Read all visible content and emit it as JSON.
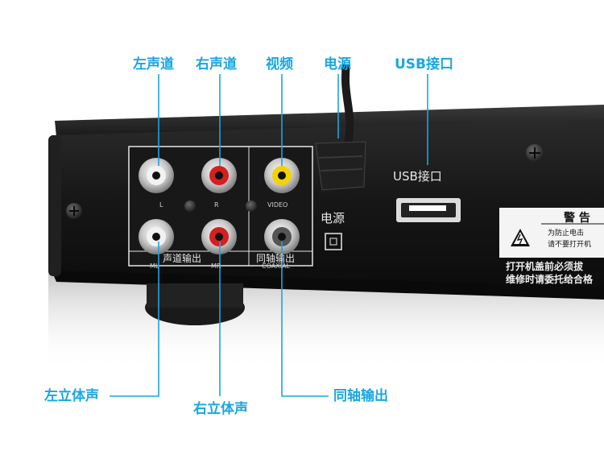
{
  "callouts": {
    "left_channel": "左声道",
    "right_channel": "右声道",
    "video": "视频",
    "power": "电源",
    "usb": "USB接口",
    "left_stereo": "左立体声",
    "right_stereo": "右立体声",
    "coaxial_out": "同轴输出"
  },
  "panel": {
    "usb_label": "USB接口",
    "power_label": "电源",
    "jack_l": "L",
    "jack_r": "R",
    "jack_video": "VIDEO",
    "jack_ml": "ML",
    "jack_mr": "MR",
    "jack_coaxial": "COAXIAL",
    "audio_out": "声道输出",
    "coaxial_out": "同轴输出"
  },
  "warning": {
    "title": "警 告",
    "line1": "为防止电击",
    "line2": "请不要打开机",
    "foot1": "打开机盖前必须拔",
    "foot2": "维修时请委托给合格"
  },
  "colors": {
    "accent": "#1aa6e0",
    "device": "#141414",
    "jack_red": "#d42020",
    "jack_yellow": "#f2d200"
  }
}
